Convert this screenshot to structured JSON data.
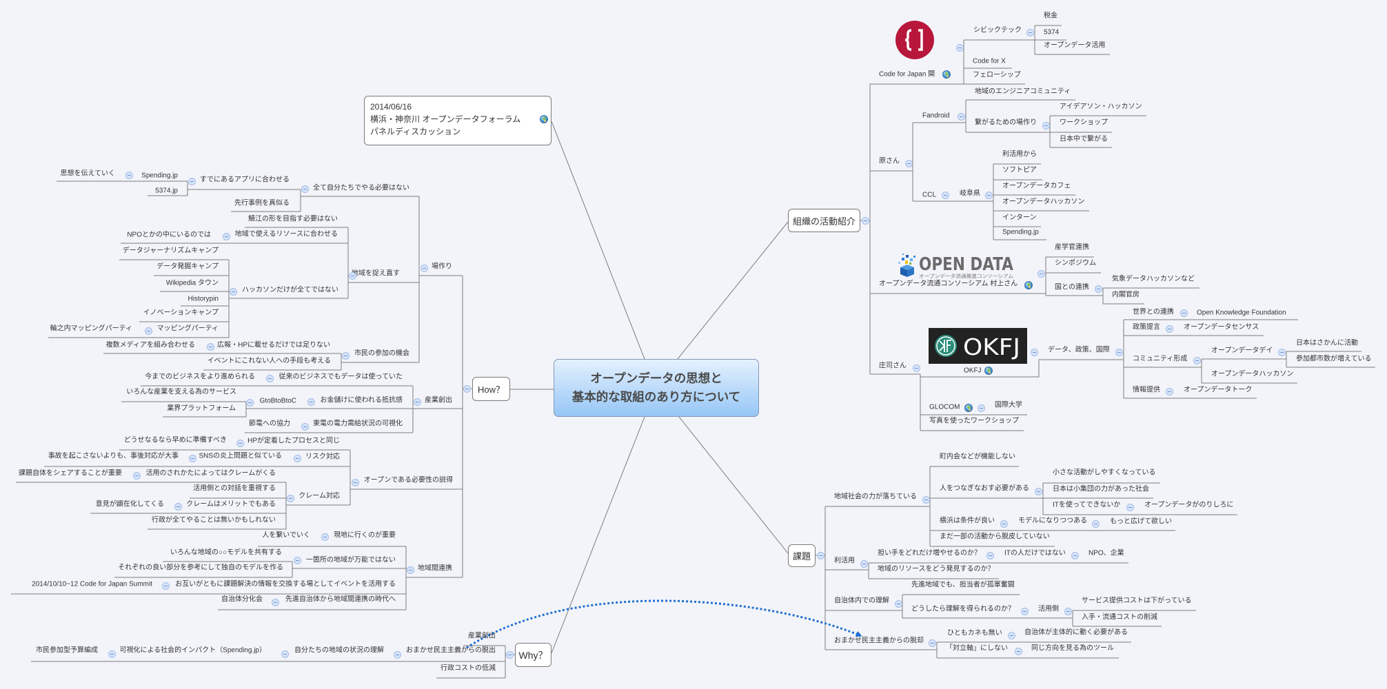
{
  "colors": {
    "background": "#f3f4f9",
    "line": "#7b7b7b",
    "relationship": "#1f6fd1",
    "central_top": "#e5f1fe",
    "central_bottom": "#96c6f6",
    "collapse_fill": "#d7e4f8",
    "cfj_brand": "#b8173b",
    "okfj_teal": "#2b8c79"
  },
  "central_topic": {
    "line1": "オープンデータの思想と",
    "line2": "基本的な取組のあり方について"
  },
  "floating_topic": {
    "date": "2014/06/16",
    "title": "横浜・神奈川 オープンデータフォーラム",
    "subtitle": "パネルディスカッション",
    "icon": "globe-icon"
  },
  "relationship": {
    "style": "dotted",
    "color": "#1f6fd1",
    "arrow": "end"
  },
  "org": {
    "label": "組織の活動紹介",
    "children": [
      {
        "label": "Code for Japan 関",
        "logo": {
          "glyph": "{ ]"
        },
        "icon": "globe-icon",
        "children": [
          {
            "label": "シビックテック",
            "children": [
              {
                "label": "税金"
              },
              {
                "label": "5374"
              },
              {
                "label": "オープンデータ活用"
              }
            ]
          },
          {
            "label": "Code for X"
          },
          {
            "label": "フェローシップ"
          }
        ]
      },
      {
        "label": "原さん",
        "children": [
          {
            "label": "Fandroid",
            "children": [
              {
                "label": "地域のエンジニアコミュニティ"
              },
              {
                "label": "繋がるための場作り",
                "children": [
                  {
                    "label": "アイデアソン・ハッカソン"
                  },
                  {
                    "label": "ワークショップ"
                  },
                  {
                    "label": "日本中で繋がる"
                  }
                ]
              }
            ]
          },
          {
            "label": "CCL",
            "children": [
              {
                "label": "岐阜県",
                "children": [
                  {
                    "label": "利活用から"
                  },
                  {
                    "label": "ソフトピア"
                  },
                  {
                    "label": "オープンデータカフェ"
                  },
                  {
                    "label": "オープンデータハッカソン"
                  },
                  {
                    "label": "インターン"
                  },
                  {
                    "label": "Spending.jp"
                  }
                ]
              }
            ]
          }
        ]
      },
      {
        "label": "オープンデータ流通コンソーシアム 村上さん",
        "logo": {
          "title": "OPEN DATA",
          "subtitle": "オープンデータ流通推進コンソーシアム"
        },
        "icon": "globe-icon",
        "children": [
          {
            "label": "産学官連携"
          },
          {
            "label": "シンポジウム"
          },
          {
            "label": "国との連携",
            "children": [
              {
                "label": "気象データハッカソンなど"
              },
              {
                "label": "内閣官房"
              }
            ]
          }
        ]
      },
      {
        "label": "庄司さん",
        "children": [
          {
            "label": "OKFJ",
            "logo": {
              "title": "OKFJ"
            },
            "icon": "globe-icon",
            "children": [
              {
                "label": "データ、政策、国際",
                "children": [
                  {
                    "label": "世界との連携",
                    "children": [
                      {
                        "label": "Open Knowledge Foundation"
                      }
                    ]
                  },
                  {
                    "label": "政策提言",
                    "children": [
                      {
                        "label": "オープンデータセンサス"
                      }
                    ]
                  },
                  {
                    "label": "コミュニティ形成",
                    "children": [
                      {
                        "label": "オープンデータデイ",
                        "children": [
                          {
                            "label": "日本はさかんに活動"
                          },
                          {
                            "label": "参加都市数が増えている"
                          }
                        ]
                      },
                      {
                        "label": "オープンデータハッカソン"
                      }
                    ]
                  },
                  {
                    "label": "情報提供",
                    "children": [
                      {
                        "label": "オープンデータトーク"
                      }
                    ]
                  }
                ]
              }
            ]
          },
          {
            "label": "GLOCOM",
            "icon": "globe-icon",
            "children": [
              {
                "label": "国際大学"
              }
            ]
          },
          {
            "label": "写真を使ったワークショップ"
          }
        ]
      }
    ]
  },
  "issues": {
    "label": "課題",
    "children": [
      {
        "label": "地域社会の力が落ちている",
        "children": [
          {
            "label": "町内会などが機能しない"
          },
          {
            "label": "人をつなぎなおす必要がある",
            "children": [
              {
                "label": "小さな活動がしやすくなっている"
              },
              {
                "label": "日本は小集団の力があった社会"
              },
              {
                "label": "ITを使ってできないか",
                "children": [
                  {
                    "label": "オープンデータがのりしろに"
                  }
                ]
              }
            ]
          },
          {
            "label": "横浜は条件が良い",
            "children": [
              {
                "label": "モデルになりつつある",
                "children": [
                  {
                    "label": "もっと広げて欲しい"
                  }
                ]
              }
            ]
          },
          {
            "label": "まだ一部の活動から脱皮していない"
          }
        ]
      },
      {
        "label": "利活用",
        "children": [
          {
            "label": "担い手をどれだけ増やせるのか？",
            "children": [
              {
                "label": "ITの人だけではない",
                "children": [
                  {
                    "label": "NPO、企業"
                  }
                ]
              }
            ]
          },
          {
            "label": "地域のリソースをどう発見するのか？"
          }
        ]
      },
      {
        "label": "自治体内での理解",
        "children": [
          {
            "label": "先進地域でも、担当者が孤軍奮闘"
          },
          {
            "label": "どうしたら理解を得られるのか？",
            "children": [
              {
                "label": "活用側",
                "children": [
                  {
                    "label": "サービス提供コストは下がっている"
                  },
                  {
                    "label": "入手・流通コストの削減"
                  }
                ]
              }
            ]
          }
        ]
      },
      {
        "label": "おまかせ民主主義からの脱却",
        "children": [
          {
            "label": "ひともカネも無い",
            "children": [
              {
                "label": "自治体が主体的に動く必要がある"
              }
            ]
          },
          {
            "label": "「対立軸」にしない",
            "children": [
              {
                "label": "同じ方向を見る為のツール"
              }
            ]
          }
        ]
      }
    ]
  },
  "how": {
    "label": "How？",
    "children": [
      {
        "label": "場作り",
        "children": [
          {
            "label": "全て自分たちでやる必要はない",
            "children": [
              {
                "label": "すでにあるアプリに合わせる",
                "children": [
                  {
                    "label": "Spending.jp",
                    "children": [
                      {
                        "label": "思想を伝えていく"
                      }
                    ]
                  },
                  {
                    "label": "5374.jp"
                  }
                ]
              },
              {
                "label": "先行事例を真似る"
              }
            ]
          },
          {
            "label": "地域を捉え直す",
            "children": [
              {
                "label": "鯖江の形を目指す必要はない"
              },
              {
                "label": "地域で使えるリソースに合わせる",
                "children": [
                  {
                    "label": "NPOとかの中にいるのでは"
                  }
                ]
              },
              {
                "label": "ハッカソンだけが全てではない",
                "children": [
                  {
                    "label": "データジャーナリズムキャンプ"
                  },
                  {
                    "label": "データ発掘キャンプ"
                  },
                  {
                    "label": "Wikipedia タウン"
                  },
                  {
                    "label": "Historypin"
                  },
                  {
                    "label": "イノベーションキャンプ"
                  },
                  {
                    "label": "マッピングパーティ",
                    "children": [
                      {
                        "label": "輪之内マッピングパーティ"
                      }
                    ]
                  }
                ]
              }
            ]
          },
          {
            "label": "市民の参加の機会",
            "children": [
              {
                "label": "広報・HPに載せるだけでは足りない",
                "children": [
                  {
                    "label": "複数メディアを組み合わせる"
                  }
                ]
              },
              {
                "label": "イベントにこれない人への手段も考える"
              }
            ]
          }
        ]
      },
      {
        "label": "産業創出",
        "children": [
          {
            "label": "従来のビジネスでもデータは使っていた",
            "children": [
              {
                "label": "今までのビジネスをより進められる"
              }
            ]
          },
          {
            "label": "お金儲けに使われる抵抗感",
            "children": [
              {
                "label": "GtoBtoBtoC",
                "children": [
                  {
                    "label": "いろんな産業を支える為のサービス"
                  },
                  {
                    "label": "業界プラットフォーム"
                  }
                ]
              }
            ]
          },
          {
            "label": "東電の電力需給状況の可視化",
            "children": [
              {
                "label": "節電への協力"
              }
            ]
          }
        ]
      },
      {
        "label": "オープンである必要性の説得",
        "children": [
          {
            "label": "HPが定着したプロセスと同じ",
            "children": [
              {
                "label": "どうせなるなら早めに準備すべき"
              }
            ]
          },
          {
            "label": "リスク対応",
            "children": [
              {
                "label": "SNSの炎上問題と似ている",
                "children": [
                  {
                    "label": "事故を起こさないよりも、事後対応が大事"
                  }
                ]
              }
            ]
          },
          {
            "label": "クレーム対応",
            "children": [
              {
                "label": "活用のされかたによってはクレームがくる",
                "children": [
                  {
                    "label": "課題自体をシェアすることが重要"
                  }
                ]
              },
              {
                "label": "活用側との対話を重視する"
              },
              {
                "label": "クレームはメリットでもある",
                "children": [
                  {
                    "label": "意見が顕在化してくる"
                  }
                ]
              },
              {
                "label": "行政が全てやることは無いかもしれない"
              }
            ]
          }
        ]
      },
      {
        "label": "地域間連携",
        "children": [
          {
            "label": "現地に行くのが重要",
            "children": [
              {
                "label": "人を繋いでいく"
              }
            ]
          },
          {
            "label": "一箇所の地域が万能ではない",
            "children": [
              {
                "label": "いろんな地域の○○モデルを共有する"
              },
              {
                "label": "それぞれの良い部分を参考にして独自のモデルを作る"
              }
            ]
          },
          {
            "label": "お互いがともに課題解決の情報を交換する場としてイベントを活用する",
            "children": [
              {
                "label": "2014/10/10~12 Code for Japan Summit"
              }
            ]
          },
          {
            "label": "先進自治体から地域間連携の時代へ",
            "children": [
              {
                "label": "自治体分化会"
              }
            ]
          }
        ]
      }
    ]
  },
  "why": {
    "label": "Why？",
    "children": [
      {
        "label": "産業創出"
      },
      {
        "label": "おまかせ民主主義からの脱出",
        "children": [
          {
            "label": "自分たちの地域の状況の理解",
            "children": [
              {
                "label": "可視化による社会的インパクト（Spending.jp）",
                "children": [
                  {
                    "label": "市民参加型予算編成"
                  }
                ]
              }
            ]
          }
        ]
      },
      {
        "label": "行政コストの低減"
      }
    ]
  }
}
